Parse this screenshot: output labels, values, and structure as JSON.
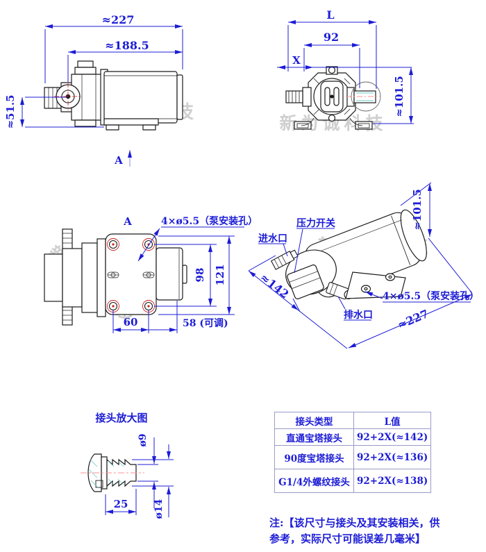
{
  "colors": {
    "dimension_blue": "#1c1cd6",
    "outline_black": "#1a1a1a",
    "hole_red": "#cc2020",
    "centerline_pink": "#ff8f8f",
    "hatch_teal": "#6cc8c8",
    "watermark_gray": "#c4c4c4",
    "table_border": "#9a9ac9"
  },
  "watermark": {
    "text": "新为诚科技"
  },
  "views": {
    "side": {
      "dim_total_length": "≈227",
      "dim_body_length": "≈188.5",
      "dim_height": "≈51.5",
      "section_label": "A"
    },
    "front": {
      "dim_length": "L",
      "dim_port_span": "92",
      "dim_offset": "X",
      "dim_height": "≈101.5"
    },
    "top": {
      "view_label": "A",
      "mount_holes_label": "4×ø5.5（泵安装孔）",
      "dim_hole_span_vertical": "98",
      "dim_overall_height": "121",
      "dim_hole_span_horizontal": "60",
      "dim_adjustable": "58 (可调)"
    },
    "iso": {
      "label_pressure_switch": "压力开关",
      "label_inlet": "进水口",
      "label_outlet": "排水口",
      "mount_holes_label": "4×ø5.5（泵安装孔）",
      "dim_width": "≈142",
      "dim_length": "≈227",
      "dim_height": "≈101.5"
    },
    "connector": {
      "title": "接头放大图",
      "dim_inner_diameter": "ø9",
      "dim_barb_length": "25",
      "dim_outer_diameter": "ø14"
    }
  },
  "table": {
    "headers": [
      "接头类型",
      "L值"
    ],
    "rows": [
      {
        "type": "直通宝塔接头",
        "l_value": "92+2X(≈142)"
      },
      {
        "type": "90度宝塔接头",
        "l_value": "92+2X(≈136)"
      },
      {
        "type": "G1/4外螺纹接头",
        "l_value": "92+2X(≈138)"
      }
    ]
  },
  "note": {
    "line1": "注:【该尺寸与接头及其安装相关，供",
    "line2": "参考，实际尺寸可能误差几毫米】"
  }
}
